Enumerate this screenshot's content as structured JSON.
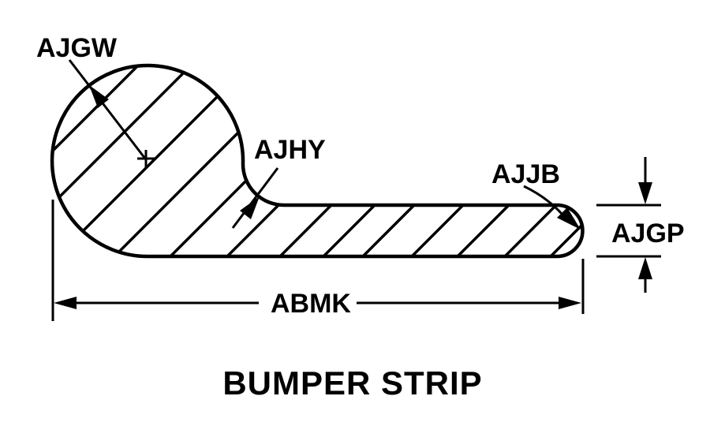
{
  "diagram": {
    "title": "BUMPER STRIP",
    "labels": {
      "bulb_diameter": "AJGW",
      "fillet_radius": "AJHY",
      "end_radius": "AJJB",
      "thickness": "AJGP",
      "overall_length": "ABMK"
    },
    "colors": {
      "line": "#000000",
      "background": "#ffffff"
    }
  }
}
